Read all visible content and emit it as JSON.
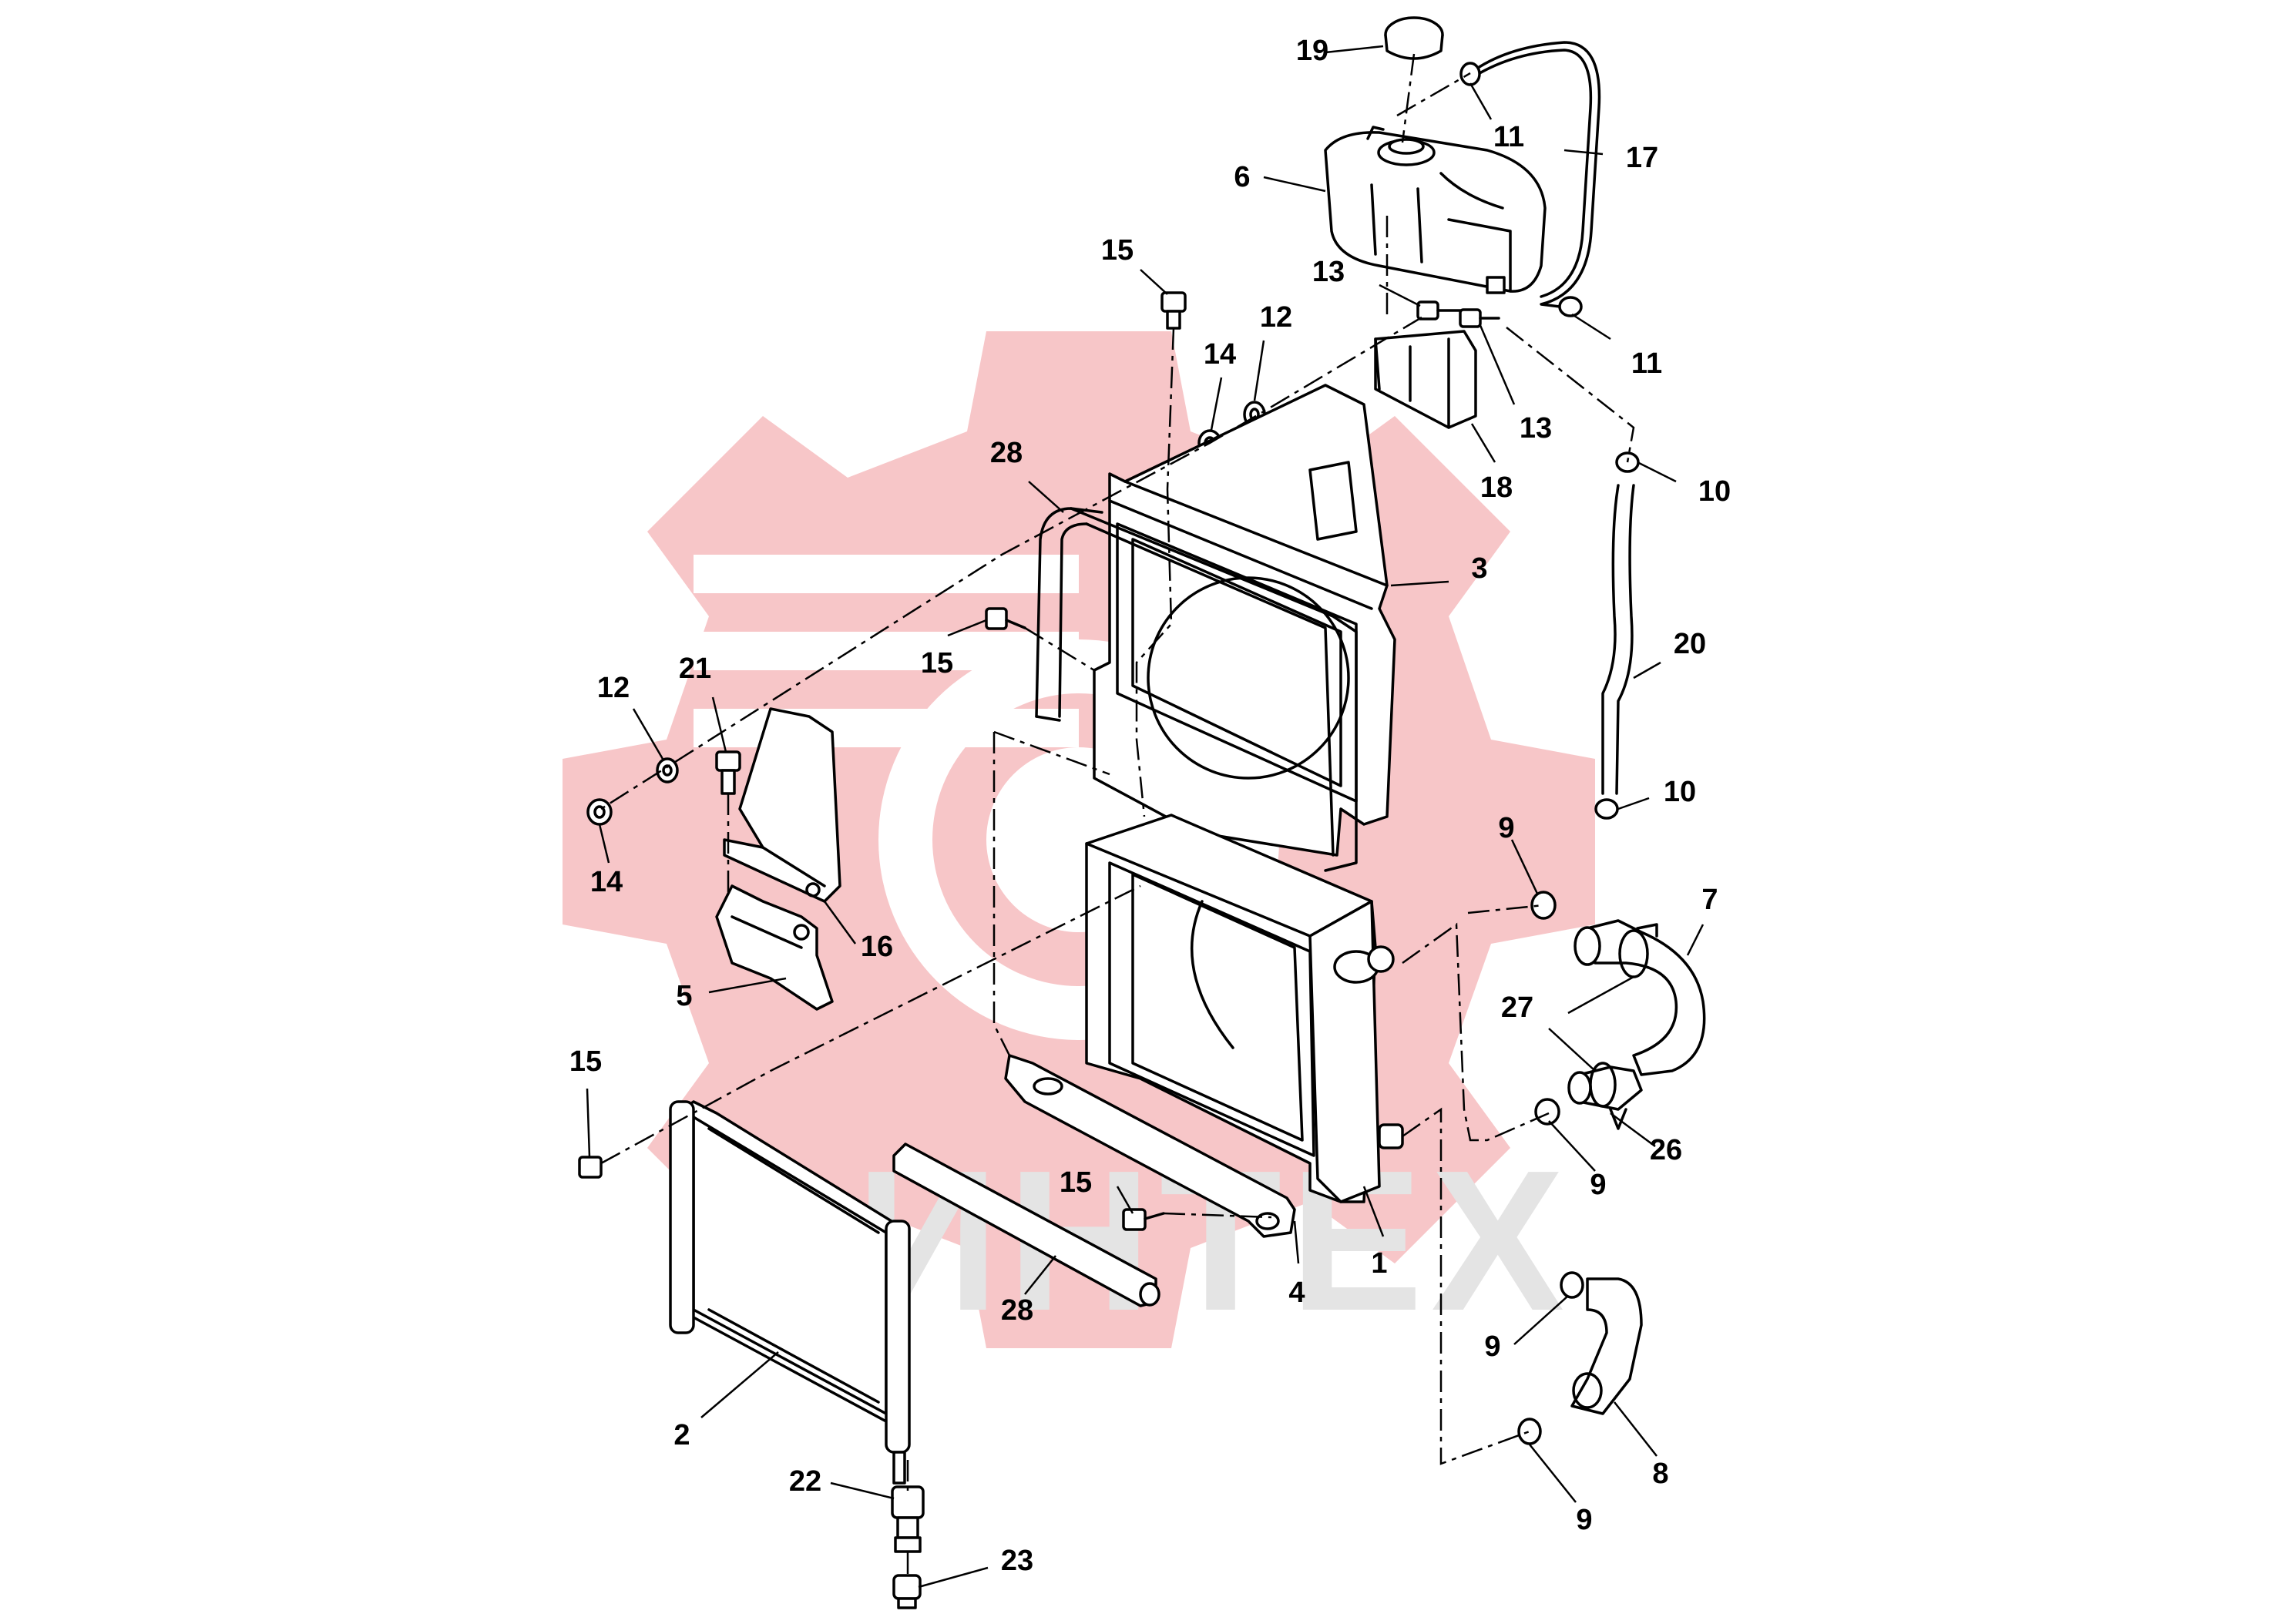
{
  "diagram": {
    "watermark_text": "ИНТЕХ",
    "colors": {
      "watermark_gear": "#f7c6c8",
      "watermark_text": "#e4e4e4",
      "line": "#000000"
    },
    "callouts": [
      {
        "id": "c19",
        "label": "19"
      },
      {
        "id": "c11a",
        "label": "11"
      },
      {
        "id": "c17",
        "label": "17"
      },
      {
        "id": "c6",
        "label": "6"
      },
      {
        "id": "c15a",
        "label": "15"
      },
      {
        "id": "c13a",
        "label": "13"
      },
      {
        "id": "c12a",
        "label": "12"
      },
      {
        "id": "c11b",
        "label": "11"
      },
      {
        "id": "c14a",
        "label": "14"
      },
      {
        "id": "c13b",
        "label": "13"
      },
      {
        "id": "c28a",
        "label": "28"
      },
      {
        "id": "c18",
        "label": "18"
      },
      {
        "id": "c10a",
        "label": "10"
      },
      {
        "id": "c3",
        "label": "3"
      },
      {
        "id": "c20",
        "label": "20"
      },
      {
        "id": "c15b",
        "label": "15"
      },
      {
        "id": "c12b",
        "label": "12"
      },
      {
        "id": "c21",
        "label": "21"
      },
      {
        "id": "c10b",
        "label": "10"
      },
      {
        "id": "c9a",
        "label": "9"
      },
      {
        "id": "c14b",
        "label": "14"
      },
      {
        "id": "c7",
        "label": "7"
      },
      {
        "id": "c16",
        "label": "16"
      },
      {
        "id": "c5",
        "label": "5"
      },
      {
        "id": "c27",
        "label": "27"
      },
      {
        "id": "c15c",
        "label": "15"
      },
      {
        "id": "c26",
        "label": "26"
      },
      {
        "id": "c9b",
        "label": "9"
      },
      {
        "id": "c15d",
        "label": "15"
      },
      {
        "id": "c1",
        "label": "1"
      },
      {
        "id": "c4",
        "label": "4"
      },
      {
        "id": "c28b",
        "label": "28"
      },
      {
        "id": "c9c",
        "label": "9"
      },
      {
        "id": "c2",
        "label": "2"
      },
      {
        "id": "c8",
        "label": "8"
      },
      {
        "id": "c22",
        "label": "22"
      },
      {
        "id": "c9d",
        "label": "9"
      },
      {
        "id": "c23",
        "label": "23"
      }
    ]
  }
}
